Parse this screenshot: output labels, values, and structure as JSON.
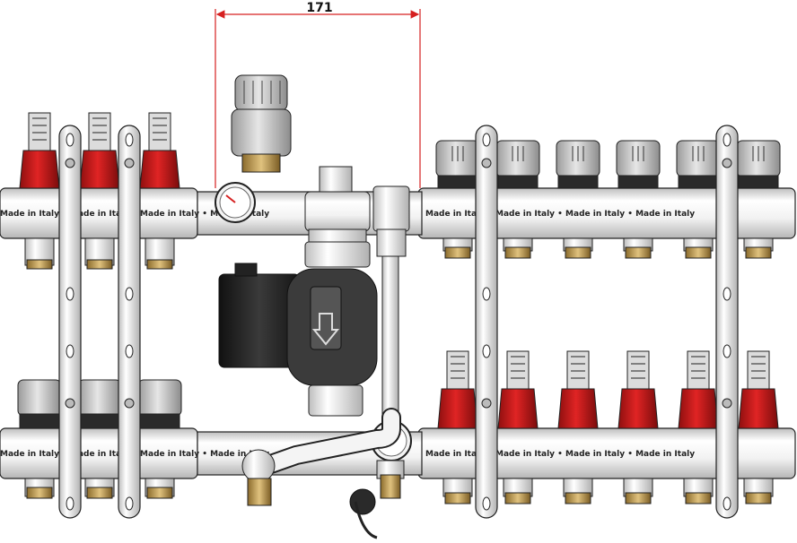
{
  "diagram": {
    "dimension_label": "171",
    "pipe_marking": "Made in Italy",
    "pipe_marking_separator": " • ",
    "left_upper_valves": {
      "count": 3,
      "type": "red-flow-meter"
    },
    "left_lower_valves": {
      "count": 3,
      "type": "gray-thermostatic-cap"
    },
    "right_upper_valves": {
      "count": 6,
      "type": "gray-thermostatic-cap"
    },
    "right_lower_valves": {
      "count": 6,
      "type": "red-flow-meter"
    },
    "colors": {
      "pipe": "#eeeeee",
      "red_cap": "#cc1a1a",
      "gray_cap": "#cfcfcf",
      "brass": "#c8a96a",
      "dimension_line": "#d62020",
      "pump_body": "#2a2a2a",
      "outline": "#1a1a1a"
    }
  }
}
